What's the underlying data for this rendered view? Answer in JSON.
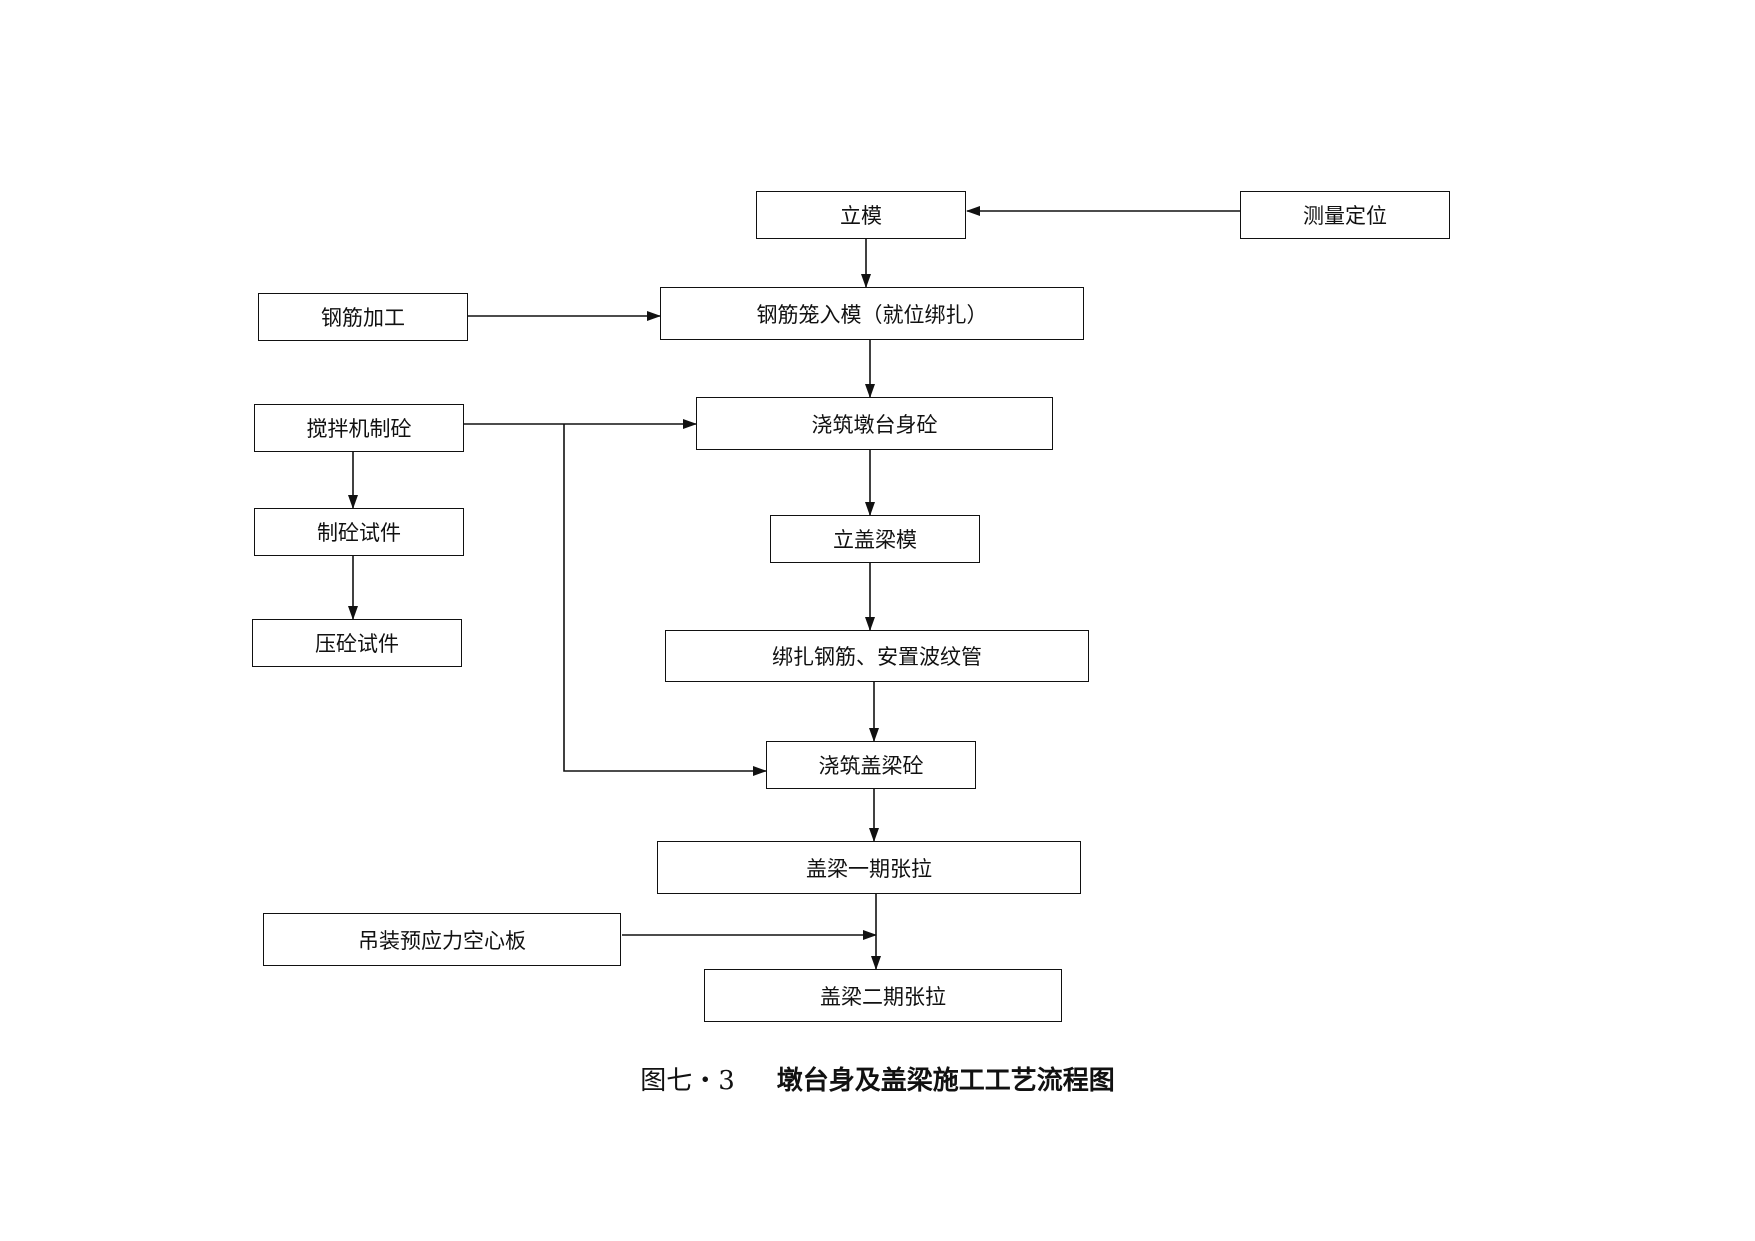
{
  "nodes": {
    "limo": "立模",
    "celiang": "测量定位",
    "gangjin_jiagong": "钢筋加工",
    "gangjinlong": "钢筋笼入模（就位绑扎）",
    "jiaobanji": "搅拌机制砼",
    "jiaozhu_duntai": "浇筑墩台身砼",
    "zhi_shijian": "制砼试件",
    "li_gailiang": "立盖梁模",
    "ya_shijian": "压砼试件",
    "bangza": "绑扎钢筋、安置波纹管",
    "jiaozhu_gailiang": "浇筑盖梁砼",
    "zhangla_1": "盖梁一期张拉",
    "diaozhuang": "吊装预应力空心板",
    "zhangla_2": "盖梁二期张拉"
  },
  "caption": {
    "number": "图七・3",
    "title": "墩台身及盖梁施工工艺流程图"
  }
}
